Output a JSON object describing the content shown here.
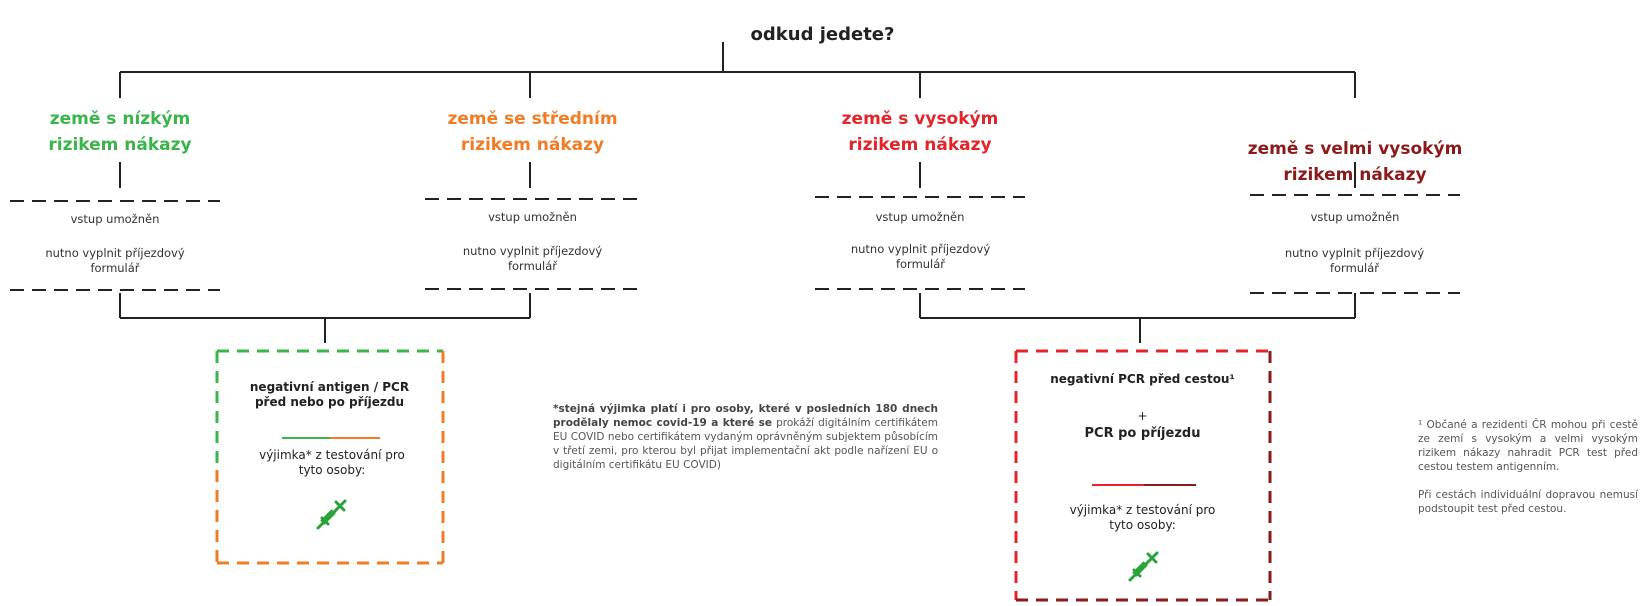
{
  "title": "odkud jedete?",
  "colors": {
    "low": "#3bb54a",
    "medium": "#f07c26",
    "high": "#e3242b",
    "very_high": "#8b1a1a",
    "line": "#222222",
    "syringe": "#2aa43a"
  },
  "columns": [
    {
      "risk_line1": "země s nízkým",
      "risk_line2": "rizikem nákazy",
      "entry": "vstup umožněn",
      "form": "nutno vyplnit příjezdový formulář"
    },
    {
      "risk_line1": "země se středním",
      "risk_line2": "rizikem nákazy",
      "entry": "vstup umožněn",
      "form": "nutno vyplnit příjezdový formulář"
    },
    {
      "risk_line1": "země s vysokým",
      "risk_line2": "rizikem nákazy",
      "entry": "vstup umožněn",
      "form": "nutno vyplnit příjezdový formulář"
    },
    {
      "risk_line1": "země s velmi vysokým",
      "risk_line2": "rizikem nákazy",
      "entry": "vstup umožněn",
      "form": "nutno vyplnit příjezdový formulář"
    }
  ],
  "box_left": {
    "test": "negativní antigen / PCR před nebo po příjezdu",
    "exception": "výjimka* z testování pro tyto osoby:",
    "icon": "syringe-icon"
  },
  "box_right": {
    "test_line1": "negativní PCR před cestou¹",
    "plus": "+",
    "test_line2": "PCR po příjezdu",
    "exception": "výjimka* z testování pro tyto osoby:",
    "icon": "syringe-icon"
  },
  "note_exception_bold": "*stejná výjimka platí i pro osoby, které v posledních 180 dnech prodělaly nemoc covid-19 a které se",
  "note_exception_rest": " prokáží digitálním certifikátem EU COVID nebo certifikátem vydaným oprávněným subjektem působícím v třetí zemi, pro kterou byl přijat implementační akt podle nařízení EU o digitálním certifikátu EU COVID)",
  "note_citizens": "¹ Občané a rezidenti ČR mohou při cestě ze zemí s vysokým a velmi vysokým rizikem nákazy nahradit PCR test před cestou testem antigenním.",
  "note_individual": "Při cestách individuální dopravou nemusí podstoupit test před cestou."
}
